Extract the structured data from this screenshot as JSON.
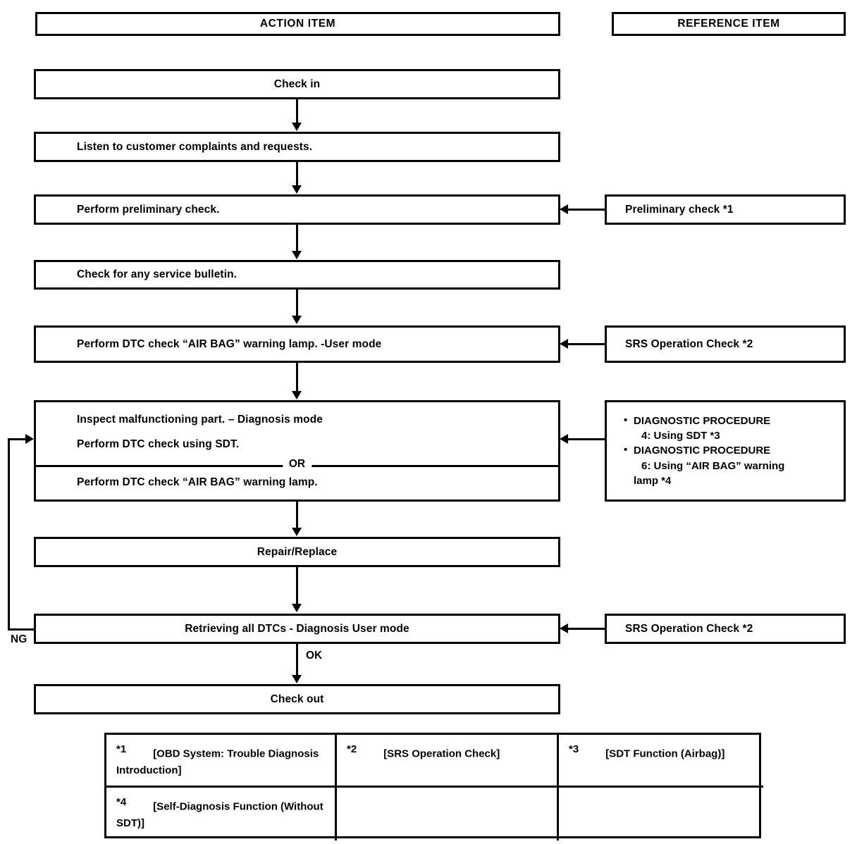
{
  "columns": {
    "action_header": "ACTION ITEM",
    "reference_header": "REFERENCE ITEM"
  },
  "flow": {
    "steps": [
      {
        "id": "check-in",
        "label": "Check in",
        "align": "center"
      },
      {
        "id": "listen",
        "label": "Listen to customer complaints and requests.",
        "align": "left"
      },
      {
        "id": "preliminary",
        "label": "Perform preliminary check.",
        "align": "left"
      },
      {
        "id": "service-bulletin",
        "label": "Check for any service bulletin.",
        "align": "left"
      },
      {
        "id": "dtc-user-mode",
        "label": "Perform DTC check “AIR BAG” warning lamp. -User mode",
        "align": "left"
      },
      {
        "id": "inspect-line-1",
        "label": "Inspect malfunctioning part. – Diagnosis mode",
        "align": "left"
      },
      {
        "id": "inspect-line-2",
        "label": "Perform DTC check using SDT.",
        "align": "left"
      },
      {
        "id": "or-divider",
        "label": "OR",
        "align": "center"
      },
      {
        "id": "inspect-line-3",
        "label": "Perform DTC check “AIR BAG” warning lamp.",
        "align": "left"
      },
      {
        "id": "repair-replace",
        "label": "Repair/Replace",
        "align": "center"
      },
      {
        "id": "retrieve-dtcs",
        "label": "Retrieving all DTCs - Diagnosis User mode",
        "align": "center"
      },
      {
        "id": "check-out",
        "label": "Check out",
        "align": "center"
      }
    ],
    "edge_labels": {
      "ng": "NG",
      "ok": "OK"
    }
  },
  "references": [
    {
      "id": "ref-preliminary",
      "label": "Preliminary check *1"
    },
    {
      "id": "ref-srs-1",
      "label": "SRS Operation Check *2"
    },
    {
      "id": "ref-diag-proc",
      "bullets": [
        {
          "line1": "DIAGNOSTIC PROCEDURE",
          "line2": "4: Using SDT *3"
        },
        {
          "line1": "DIAGNOSTIC PROCEDURE",
          "line2": "6: Using “AIR BAG” warning",
          "line3": "lamp *4"
        }
      ]
    },
    {
      "id": "ref-srs-2",
      "label": "SRS Operation Check *2"
    }
  ],
  "footnotes": {
    "cells": [
      {
        "mark": "*1",
        "text": "[OBD System: Trouble Diagnosis Introduction]"
      },
      {
        "mark": "*2",
        "text": "[SRS Operation Check]"
      },
      {
        "mark": "*3",
        "text": "[SDT Function (Airbag)]"
      },
      {
        "mark": "*4",
        "text": "[Self-Diagnosis Function (Without SDT)]"
      },
      {
        "mark": "",
        "text": ""
      },
      {
        "mark": "",
        "text": ""
      }
    ]
  },
  "colors": {
    "ink": "#000000",
    "paper": "#ffffff"
  }
}
